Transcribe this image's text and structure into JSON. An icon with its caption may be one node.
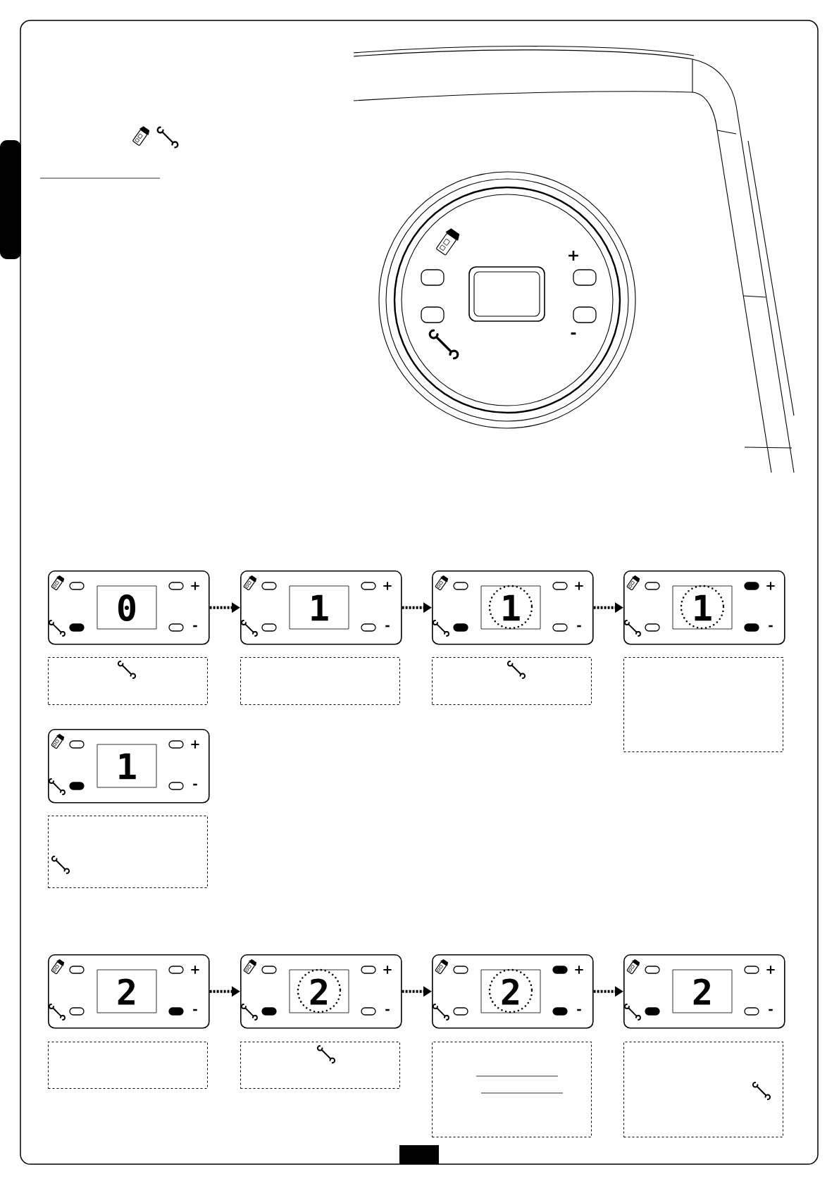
{
  "diagram": {
    "nodes": [
      {
        "text": [
          "0",
          "+",
          "-"
        ]
      },
      {
        "text": [
          "1",
          "+",
          "-"
        ]
      },
      {
        "text": [
          "1",
          "+",
          "-"
        ]
      },
      {
        "text": [
          "1",
          "+",
          "-"
        ]
      },
      {
        "text": [],
        "shape": "box"
      },
      {
        "text": [],
        "shape": "box"
      },
      {
        "text": [],
        "shape": "box"
      },
      {
        "text": [],
        "shape": "box"
      },
      {
        "text": [
          "1",
          "+",
          "-"
        ]
      },
      {
        "text": [],
        "shape": "box"
      },
      {
        "text": [
          "2",
          "+",
          "-"
        ]
      },
      {
        "text": [
          "2",
          "+",
          "-"
        ]
      },
      {
        "text": [
          "2",
          "+",
          "-"
        ]
      },
      {
        "text": [
          "2",
          "+",
          "-"
        ]
      },
      {
        "text": [],
        "shape": "box"
      },
      {
        "text": [],
        "shape": "box"
      },
      {
        "text": [],
        "shape": "box"
      },
      {
        "text": [],
        "shape": "box"
      }
    ],
    "edges": [
      {
        "from": 0,
        "to": 1,
        "arrow": "to",
        "style": "dashed"
      },
      {
        "from": 1,
        "to": 2,
        "arrow": "to",
        "style": "dashed"
      },
      {
        "from": 2,
        "to": 3,
        "arrow": "to",
        "style": "dashed"
      },
      {
        "from": 10,
        "to": 11,
        "arrow": "to",
        "style": "dashed"
      },
      {
        "from": 11,
        "to": 12,
        "arrow": "to",
        "style": "dashed"
      },
      {
        "from": 12,
        "to": 13,
        "arrow": "to",
        "style": "dashed"
      }
    ],
    "labels": [
      "+",
      "-"
    ]
  }
}
